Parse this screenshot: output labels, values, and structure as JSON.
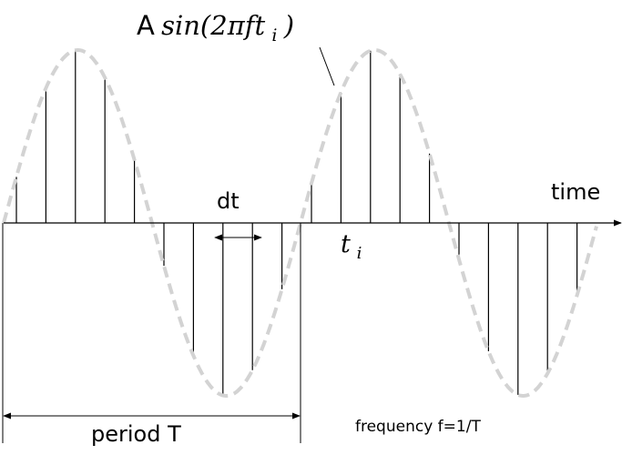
{
  "formula": {
    "amplitude": "A",
    "func_text": "sin(2πft",
    "subscript": "i",
    "close_paren": ")"
  },
  "axis": {
    "label": "time"
  },
  "sampling_interval": {
    "label": "dt"
  },
  "sample_time": {
    "symbol": "t",
    "subscript": "i"
  },
  "period": {
    "label": "period T"
  },
  "frequency": {
    "label": "frequency f=1/T"
  },
  "colors": {
    "wave": "#d3d3d3",
    "lines": "#000000"
  }
}
